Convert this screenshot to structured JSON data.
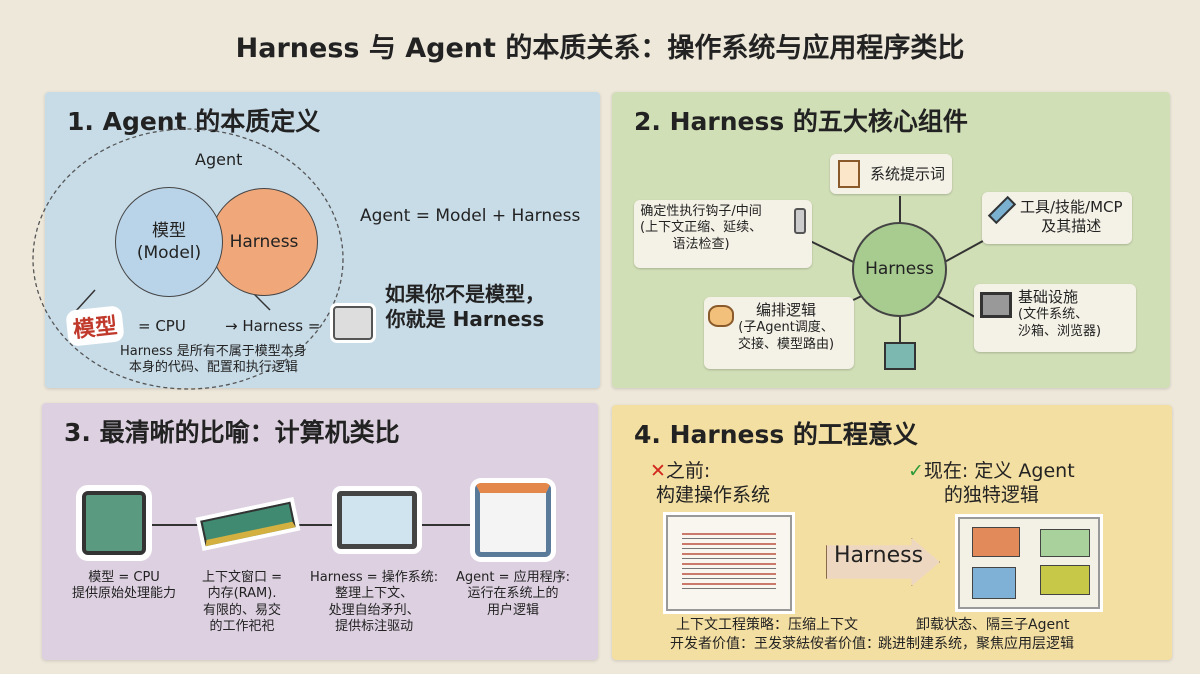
{
  "title": "Harness 与 Agent 的本质关系：操作系统与应用程序类比",
  "panel1": {
    "heading": "1. Agent 的本质定义",
    "outer_label": "Agent",
    "model_circle": [
      "模型",
      "(Model)"
    ],
    "harness_circle": "Harness",
    "formula": "Agent = Model + Harness",
    "slogan": [
      "如果你不是模型，",
      "你就是 Harness"
    ],
    "model_stamp": "模型",
    "cpu_label": "= CPU",
    "harness_eq": "→ Harness =",
    "note": [
      "Harness 是所有不属于模型本身",
      "本身的代码、配置和执行逻辑"
    ],
    "colors": {
      "model": "#b9d4e8",
      "harness": "#f0a87a",
      "stamp": "#c0392b"
    }
  },
  "panel2": {
    "heading": "2. Harness 的五大核心组件",
    "center": "Harness",
    "components": [
      {
        "icon": "document-icon",
        "lines": [
          "系统提示词"
        ]
      },
      {
        "icon": "tools-icon",
        "lines": [
          "工具/技能/MCP",
          "及其描述"
        ]
      },
      {
        "icon": "computer-icon",
        "lines": [
          "基础设施",
          "(文件系统、",
          "沙箱、浏览器)"
        ]
      },
      {
        "icon": "dashboard-icon",
        "lines": []
      },
      {
        "icon": "basket-icon",
        "lines": [
          "编排逻辑",
          "(子Agent调度、",
          "交接、模型路由)"
        ]
      },
      {
        "icon": "hook-device-icon",
        "lines": [
          "确定性执行钩子/中间",
          "(上下文正缩、延续、",
          "语法检查)"
        ]
      }
    ],
    "colors": {
      "center": "#a8cc90"
    }
  },
  "panel3": {
    "heading": "3. 最清晰的比喻：计算机类比",
    "items": [
      {
        "icon": "cpu-chip-icon",
        "lines": [
          "模型 = CPU",
          "提供原始处理能力"
        ]
      },
      {
        "icon": "ram-stick-icon",
        "lines": [
          "上下文窗口 =",
          "内存(RAM).",
          "有限的、易交",
          "的工作祀祀"
        ]
      },
      {
        "icon": "monitor-os-icon",
        "lines": [
          "Harness = 操作系统:",
          "整理上下文、",
          "处理自绐矛刋、",
          "提供标注驱动"
        ]
      },
      {
        "icon": "app-window-icon",
        "lines": [
          "Agent = 应用程序:",
          "运行在系统上的",
          "用户逻辑"
        ]
      }
    ]
  },
  "panel4": {
    "heading": "4. Harness 的工程意义",
    "before": [
      "之前:",
      "构建操作系统"
    ],
    "after": [
      "现在: 定义 Agent",
      "的独特逻辑"
    ],
    "arrow": "Harness",
    "footer": [
      "上下文工程策略：压缩上下文",
      "卸载状态、隔亖子Agent",
      "开发者价值：玊发莍紶侒者价值：",
      "跳进制建系统，聚焦应用层逻辑"
    ],
    "colors": {
      "cross": "#d0281e",
      "check": "#2e9a3a"
    }
  }
}
